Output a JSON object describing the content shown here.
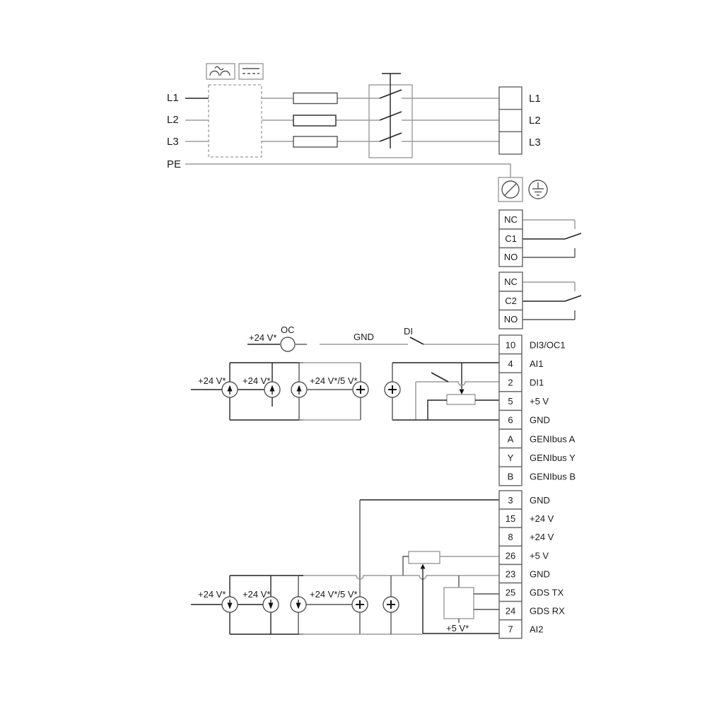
{
  "labels": {
    "ph_in": [
      "L1",
      "L2",
      "L3",
      "PE"
    ],
    "ph_out": [
      "L1",
      "L2",
      "L3"
    ],
    "relay1": [
      "NC",
      "C1",
      "NO"
    ],
    "relay2": [
      "NC",
      "C2",
      "NO"
    ],
    "strip1_pins": [
      "10",
      "4",
      "2",
      "5",
      "6",
      "A",
      "Y",
      "B"
    ],
    "strip1_names": [
      "DI3/OC1",
      "AI1",
      "DI1",
      "+5 V",
      "GND",
      "GENIbus A",
      "GENIbus Y",
      "GENIbus B"
    ],
    "strip2_pins": [
      "3",
      "15",
      "8",
      "26",
      "23",
      "25",
      "24",
      "7"
    ],
    "strip2_names": [
      "GND",
      "+24 V",
      "+24 V",
      "+5 V",
      "GND",
      "GDS TX",
      "GDS RX",
      "AI2"
    ],
    "ann": {
      "oc_supply": "+24 V*",
      "oc": "OC",
      "gnd": "GND",
      "di": "DI",
      "g1a": "+24 V*",
      "g1b": "+24 V*",
      "g1c": "+24 V*/5 V*",
      "g2a": "+24 V*",
      "g2b": "+24 V*",
      "g2c": "+24 V*/5 V*",
      "sensor_supply": "+5 V*"
    }
  },
  "colors": {
    "line_dark": "#222222",
    "line_gray": "#9b9b9b",
    "box_stroke": "#6e6e6e",
    "text": "#1a1a1a",
    "background": "#ffffff"
  }
}
